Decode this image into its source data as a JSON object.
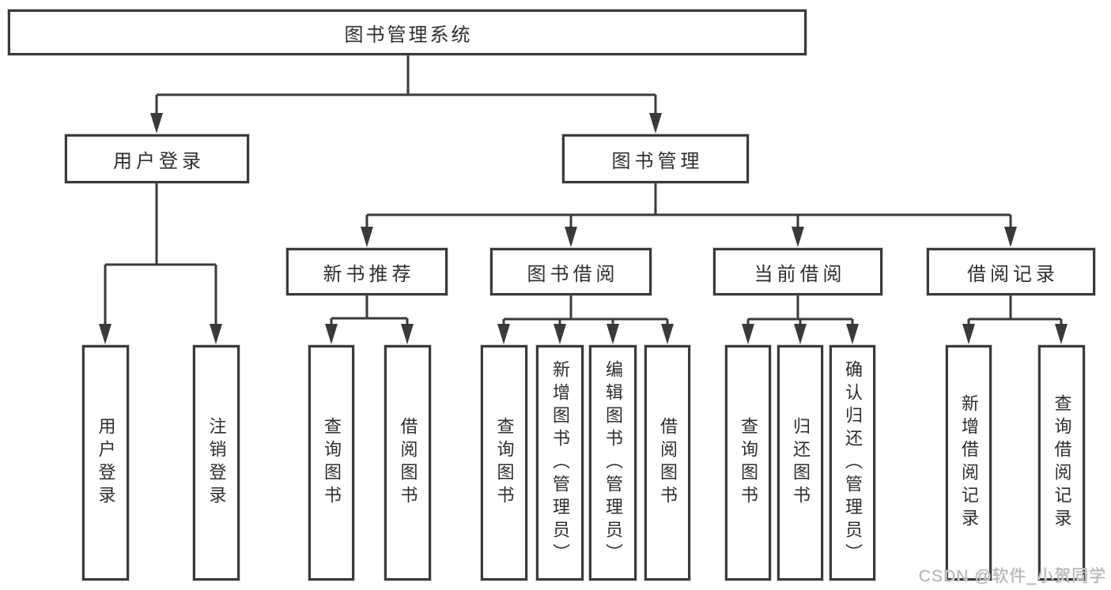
{
  "diagram": {
    "nodes": {
      "root": {
        "label": "图书管理系统"
      },
      "user_login": {
        "label": "用户登录"
      },
      "book_management": {
        "label": "图书管理"
      },
      "new_book_recommend": {
        "label": "新书推荐"
      },
      "book_borrow": {
        "label": "图书借阅"
      },
      "current_borrow": {
        "label": "当前借阅"
      },
      "borrow_records": {
        "label": "借阅记录"
      },
      "leaf_user_login": {
        "label": "用户登录"
      },
      "leaf_logout": {
        "label": "注销登录"
      },
      "leaf_rec_query_books": {
        "label": "查询图书"
      },
      "leaf_rec_borrow_books": {
        "label": "借阅图书"
      },
      "leaf_borrow_query_books": {
        "label": "查询图书"
      },
      "leaf_borrow_add_books": {
        "label": "新增图书（管理员）"
      },
      "leaf_borrow_edit_books": {
        "label": "编辑图书（管理员）"
      },
      "leaf_borrow_borrow_books": {
        "label": "借阅图书"
      },
      "leaf_cur_query_books": {
        "label": "查询图书"
      },
      "leaf_cur_return_books": {
        "label": "归还图书"
      },
      "leaf_cur_confirm_return": {
        "label": "确认归还（管理员）"
      },
      "leaf_records_add": {
        "label": "新增借阅记录"
      },
      "leaf_records_query": {
        "label": "查询借阅记录"
      }
    },
    "line_color": "#3a3a3a",
    "watermark": "CSDN @软件_小贺同学"
  }
}
